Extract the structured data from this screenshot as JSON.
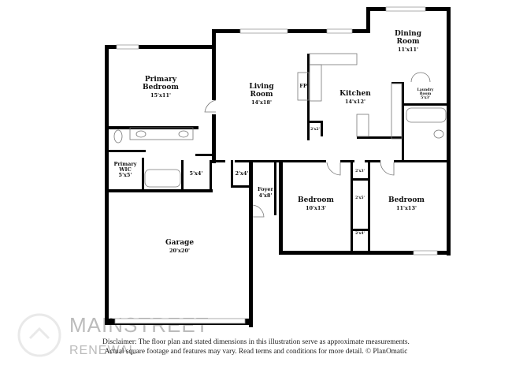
{
  "rooms": {
    "dining": {
      "name": "Dining",
      "name2": "Room",
      "size": "11'x11'"
    },
    "primary_bedroom": {
      "name": "Primary",
      "name2": "Bedroom",
      "size": "15'x11'"
    },
    "living": {
      "name": "Living",
      "name2": "Room",
      "size": "14'x18'"
    },
    "kitchen": {
      "name": "Kitchen",
      "size": "14'x12'"
    },
    "fireplace": "FP",
    "laundry": {
      "name": "Laundry",
      "name2": "Room",
      "size": "5'x3'"
    },
    "pantry": "2'x2'",
    "primary_wic": {
      "name": "Primary",
      "name2": "WIC",
      "size": "5'x5'"
    },
    "closet_5x4": "5'x4'",
    "closet_2x4_foyer": "2'x4'",
    "foyer": {
      "name": "Foyer",
      "size": "4'x8'"
    },
    "bedroom_left": {
      "name": "Bedroom",
      "size": "10'x13'"
    },
    "bedroom_right": {
      "name": "Bedroom",
      "size": "11'x13'"
    },
    "closet_2x3": "2'x3'",
    "closet_2x5": "2'x5'",
    "closet_2x4_hall": "2'x4'",
    "garage": {
      "name": "Garage",
      "size": "20'x20'"
    }
  },
  "watermark": {
    "line1": "MAINSTREET",
    "line2": "RENEWAL"
  },
  "disclaimer": {
    "line1": "Disclaimer: The floor plan and stated dimensions in this illustration serve as approximate measurements.",
    "line2": "Actual square footage and features may vary. Read terms and conditions for more detail. © PlanOmatic"
  }
}
